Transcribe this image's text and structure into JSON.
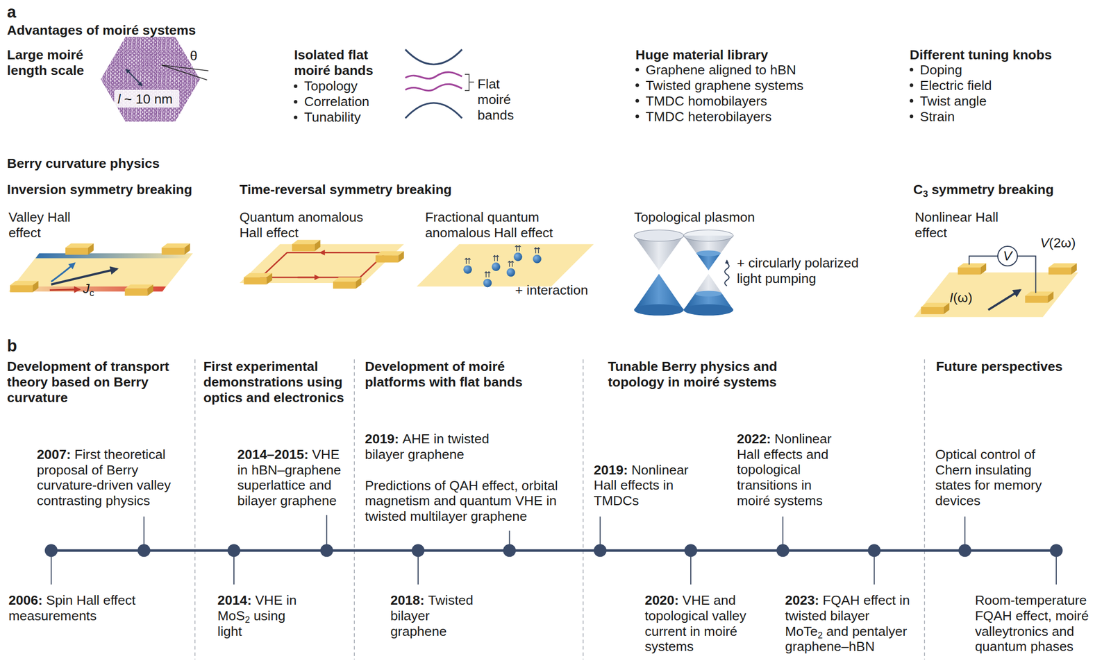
{
  "diagram": {
    "nodes": [
      {
        "text": [
          "V"
        ]
      }
    ],
    "labels": [
      "a",
      "Advantages of moiré systems",
      "Large moiré length scale",
      "l",
      "~ 10 nm",
      "θ",
      "Isolated flat moiré bands",
      "Topology",
      "Correlation",
      "Tunability",
      "Flat moiré bands",
      "Huge material library",
      "Graphene aligned to hBN",
      "Twisted graphene systems",
      "TMDC homobilayers",
      "TMDC heterobilayers",
      "Different tuning knobs",
      "Doping",
      "Electric field",
      "Twist angle",
      "Strain",
      "Berry curvature physics",
      "Inversion symmetry breaking",
      "Time-reversal symmetry breaking",
      "C",
      "3",
      "symmetry breaking",
      "Valley Hall effect",
      "J",
      "c",
      "Quantum anomalous Hall effect",
      "Fractional quantum anomalous Hall effect",
      "+ interaction",
      "Topological plasmon",
      "+ circularly polarized light pumping",
      "Nonlinear Hall effect",
      "V",
      "(2ω)",
      "I",
      "(ω)",
      "b",
      "Development of transport theory based on Berry curvature",
      "First experimental demonstrations using optics and electronics",
      "Development of moiré platforms with flat bands",
      "Tunable Berry physics and topology in moiré systems",
      "Future perspectives",
      "2007:",
      "First theoretical proposal of Berry curvature-driven valley contrasting physics",
      "2014–2015:",
      "VHE in hBN–graphene superlattice and bilayer graphene",
      "2019:",
      "AHE in twisted bilayer graphene",
      "Predictions of QAH effect, orbital magnetism and quantum VHE in twisted multilayer graphene",
      "2019:",
      "Nonlinear Hall effects in TMDCs",
      "2022:",
      "Nonlinear Hall effects and topological transitions in moiré systems",
      "Optical control of Chern insulating states for memory devices",
      "2006:",
      "Spin Hall effect measurements",
      "2014:",
      "VHE in MoS",
      "2",
      "using light",
      "2018:",
      "Twisted bilayer graphene",
      "2020:",
      "VHE and topological valley current in moiré systems",
      "2023:",
      "FQAH effect in twisted bilayer MoTe",
      "2",
      "and pentalyer graphene–hBN",
      "Room-temperature FQAH effect, moiré valleytronics and quantum phases"
    ]
  }
}
